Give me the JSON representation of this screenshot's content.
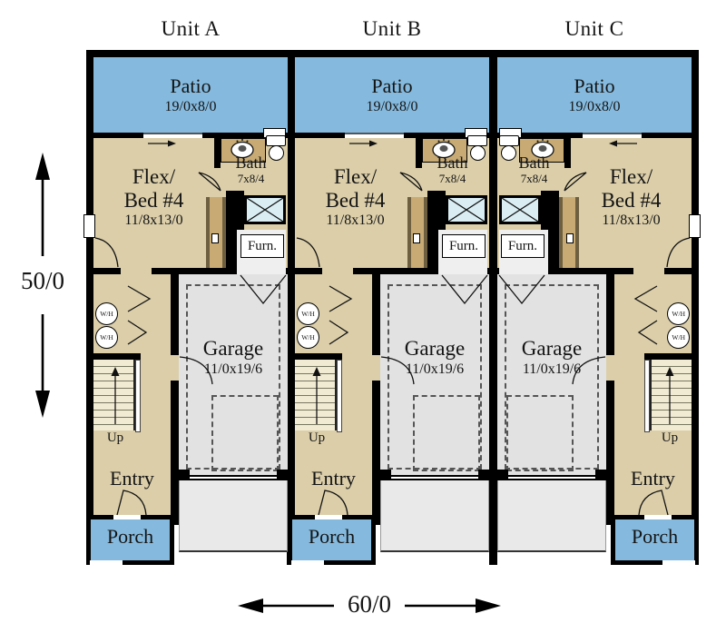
{
  "units": [
    {
      "name": "Unit A",
      "mirrored": false,
      "patio": {
        "name": "Patio",
        "dims": "19/0x8/0"
      },
      "flex": {
        "name_line1": "Flex/",
        "name_line2": "Bed #4",
        "dims": "11/8x13/0"
      },
      "bath": {
        "name": "Bath",
        "dims": "7x8/4"
      },
      "furnace": {
        "name": "Furn."
      },
      "garage": {
        "name": "Garage",
        "dims": "11/0x19/6"
      },
      "entry": {
        "name": "Entry"
      },
      "porch": {
        "name": "Porch"
      },
      "stairs": {
        "direction_label": "Up"
      },
      "water_heaters": [
        "W/H",
        "W/H"
      ]
    },
    {
      "name": "Unit B",
      "mirrored": false,
      "patio": {
        "name": "Patio",
        "dims": "19/0x8/0"
      },
      "flex": {
        "name_line1": "Flex/",
        "name_line2": "Bed #4",
        "dims": "11/8x13/0"
      },
      "bath": {
        "name": "Bath",
        "dims": "7x8/4"
      },
      "furnace": {
        "name": "Furn."
      },
      "garage": {
        "name": "Garage",
        "dims": "11/0x19/6"
      },
      "entry": {
        "name": "Entry"
      },
      "porch": {
        "name": "Porch"
      },
      "stairs": {
        "direction_label": "Up"
      },
      "water_heaters": [
        "W/H",
        "W/H"
      ]
    },
    {
      "name": "Unit C",
      "mirrored": true,
      "patio": {
        "name": "Patio",
        "dims": "19/0x8/0"
      },
      "flex": {
        "name_line1": "Flex/",
        "name_line2": "Bed #4",
        "dims": "11/8x13/0"
      },
      "bath": {
        "name": "Bath",
        "dims": "7x8/4"
      },
      "furnace": {
        "name": "Furn."
      },
      "garage": {
        "name": "Garage",
        "dims": "11/0x19/6"
      },
      "entry": {
        "name": "Entry"
      },
      "porch": {
        "name": "Porch"
      },
      "stairs": {
        "direction_label": "Up"
      },
      "water_heaters": [
        "W/H",
        "W/H"
      ]
    }
  ],
  "dimensions": {
    "overall_depth": "50/0",
    "overall_width": "60/0"
  },
  "colors": {
    "wall_black": "#000000",
    "floor_tan": "#DBCEA9",
    "patio_blue": "#85BADE",
    "garage_gray": "#E2E2E2",
    "driveway_gray": "#E9E9E9",
    "shower_blue": "#D9EDF3",
    "stairs_cream": "#F1EBD4",
    "cabinet_brown": "#C8AB74"
  }
}
